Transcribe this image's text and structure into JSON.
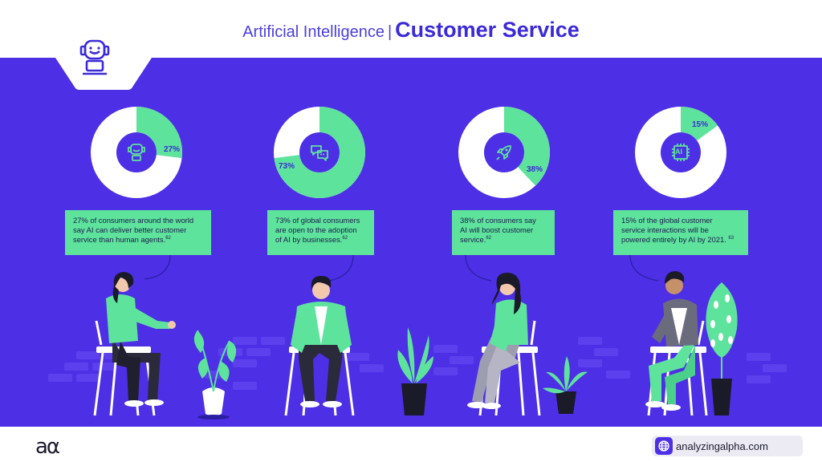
{
  "header": {
    "title_light": "Artificial Intelligence",
    "title_separator": "|",
    "title_bold": "Customer Service"
  },
  "colors": {
    "band": "#4d2fe6",
    "accent_green": "#5ee39d",
    "donut_white": "#ffffff",
    "title_purple": "#3b2ad8"
  },
  "stats": [
    {
      "percent_label": "27%",
      "value": 27,
      "icon": "robot-head-icon",
      "text_lines": [
        "27% of consumers around the world",
        "say AI can deliver better customer",
        "service than human agents."
      ],
      "ref": "62"
    },
    {
      "percent_label": "73%",
      "value": 73,
      "icon": "chat-bubbles-icon",
      "text_lines": [
        "73% of global consumers",
        "are open to the adoption",
        "of AI by businesses."
      ],
      "ref": "62"
    },
    {
      "percent_label": "38%",
      "value": 38,
      "icon": "rocket-icon",
      "text_lines": [
        "38% of consumers say",
        "AI will boost customer",
        "service."
      ],
      "ref": "62"
    },
    {
      "percent_label": "15%",
      "value": 15,
      "icon": "ai-chip-icon",
      "text_lines": [
        "15% of the global customer",
        "service interactions will be",
        "powered entirely by AI by 2021."
      ],
      "ref": "63"
    }
  ],
  "chip_label": "AI",
  "footer": {
    "logo": "aα",
    "site": "analyzingalpha.com"
  }
}
